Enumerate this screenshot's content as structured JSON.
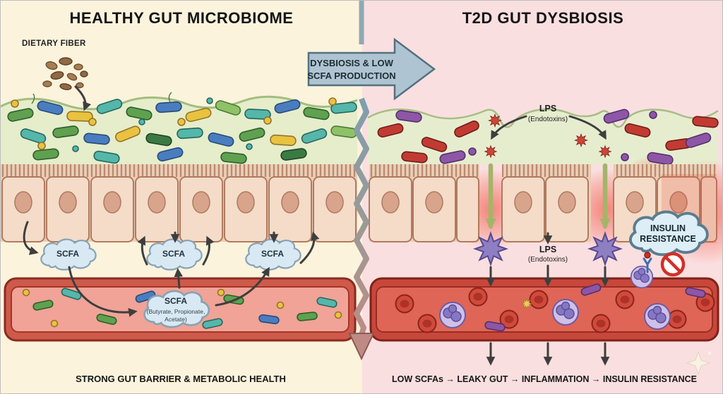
{
  "left_panel": {
    "title": "HEALTHY GUT MICROBIOME",
    "dietary_fiber_label": "DIETARY FIBER",
    "scfa_cloud_1": "SCFA",
    "scfa_cloud_2": "SCFA",
    "scfa_cloud_3": "SCFA",
    "vessel_cloud_title": "SCFA",
    "vessel_cloud_line1": "(Butyrate, Propionate,",
    "vessel_cloud_line2": "Acetate)",
    "footer": "STRONG GUT BARRIER & METABOLIC HEALTH"
  },
  "divider": {
    "arrow_line1": "DYSBIOSIS & LOW",
    "arrow_line2": "SCFA PRODUCTION"
  },
  "right_panel": {
    "title": "T2D GUT DYSBIOSIS",
    "lps_top_line1": "LPS",
    "lps_top_line2": "(Endotoxins)",
    "lps_mid_line1": "LPS",
    "lps_mid_line2": "(Endotoxins)",
    "insulin_line1": "INSULIN",
    "insulin_line2": "RESISTANCE",
    "footer": "LOW SCFAs → LEAKY GUT → INFLAMMATION → INSULIN RESISTANCE"
  },
  "colors": {
    "left_bg": "#fbf3dc",
    "right_bg": "#fadfe0",
    "healthy_green": "#5fa14f",
    "vessel_wall_red": "#c94f43",
    "lps_red": "#c23b33",
    "inflammation_purple": "#8d7fc2",
    "divider_arrow_gray": "#aec4d2"
  }
}
